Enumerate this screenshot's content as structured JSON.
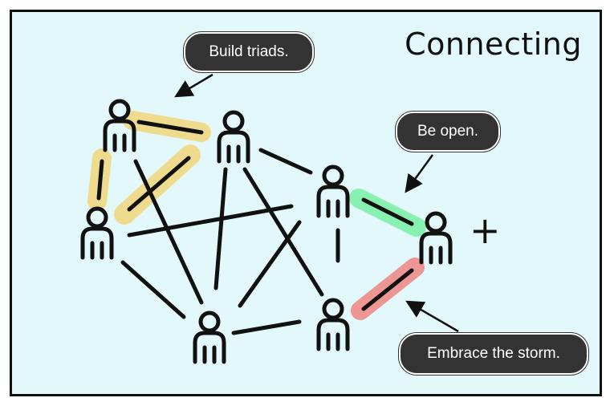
{
  "title": "Connecting",
  "callouts": {
    "build_triads": "Build triads.",
    "be_open": "Be open.",
    "embrace_storm": "Embrace the storm."
  },
  "plus_symbol": "+",
  "colors": {
    "background": "#e3f8fb",
    "triad_highlight": "#f2d77a",
    "open_highlight": "#7ff0a8",
    "storm_highlight": "#f08c88",
    "bubble": "#333333"
  },
  "icons": [
    "person-icon"
  ]
}
